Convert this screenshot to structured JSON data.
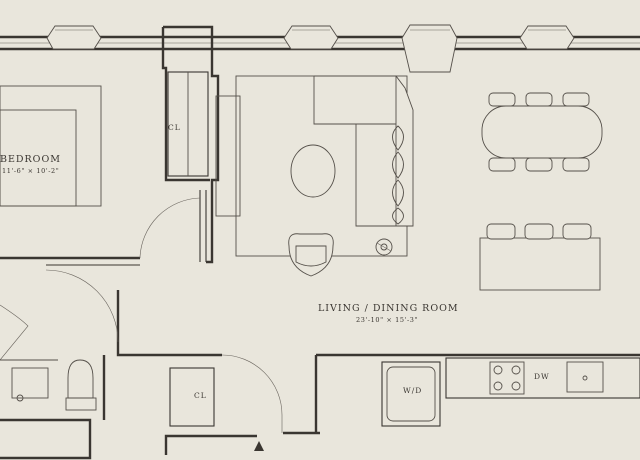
{
  "rooms": {
    "bedroom": {
      "name": "BEDROOM",
      "dims": "11'-6\" × 10'-2\""
    },
    "living": {
      "name": "LIVING / DINING ROOM",
      "dims": "23'-10\" × 15'-3\""
    }
  },
  "labels": {
    "closet_upper": "CL",
    "closet_lower": "CL",
    "washer_dryer": "W/D",
    "dishwasher": "DW"
  },
  "colors": {
    "background": "#e9e6dc",
    "walls": "#3a3631"
  },
  "compass": "north-arrow-icon"
}
